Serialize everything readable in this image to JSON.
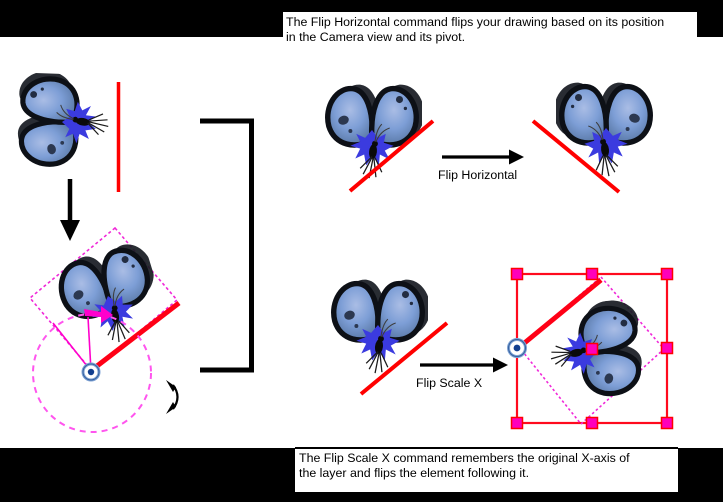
{
  "callouts": {
    "flip_horizontal": {
      "line1": "The Flip Horizontal command flips your drawing based on its position",
      "line2": "in the Camera view and its pivot."
    },
    "flip_scale_x": {
      "line1": "The Flip Scale X command remembers the original X-axis of",
      "line2": "the layer and flips the element following it."
    }
  },
  "arrow_labels": {
    "flip_horizontal": "Flip Horizontal",
    "flip_scale_x": "Flip Scale X"
  },
  "icons": {
    "butterfly": "blue butterfly artwork",
    "pivot": "blue ringed pivot point",
    "rotate_arrow": "double-headed rotate arrow",
    "flip_axis": "red flip-axis line",
    "selection_handle": "magenta square handle"
  },
  "colors": {
    "frame_black": "#000000",
    "flip_axis_red": "#ff0000",
    "thick_axis_red": "#ff0016",
    "selection_box_red": "#ff0a1e",
    "handle_magenta": "#ff00bb",
    "diamond_magenta": "#f028d8",
    "rotation_circle_magenta": "#ff55ee",
    "pivot_blue": "#5b84c4",
    "wing_blue": "#7d9ed6",
    "flower_blue": "#3b3bdf"
  }
}
